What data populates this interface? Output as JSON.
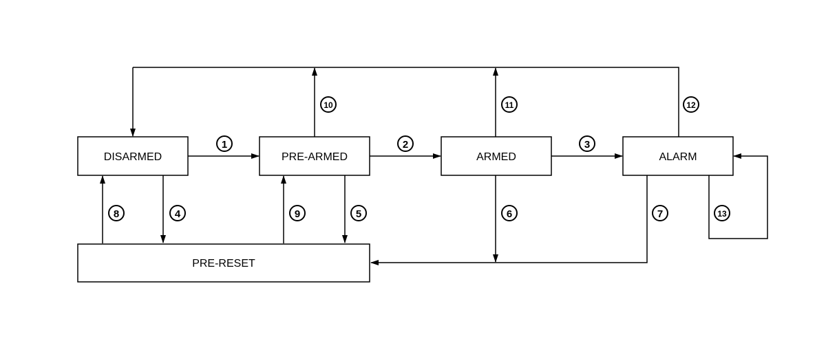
{
  "states": {
    "disarmed": "DISARMED",
    "pre_armed": "PRE-ARMED",
    "armed": "ARMED",
    "alarm": "ALARM",
    "pre_reset": "PRE-RESET"
  },
  "transitions": [
    "1",
    "2",
    "3",
    "4",
    "5",
    "6",
    "7",
    "8",
    "9",
    "10",
    "11",
    "12",
    "13"
  ],
  "colors": {
    "ink": "#000000",
    "background": "#ffffff"
  }
}
